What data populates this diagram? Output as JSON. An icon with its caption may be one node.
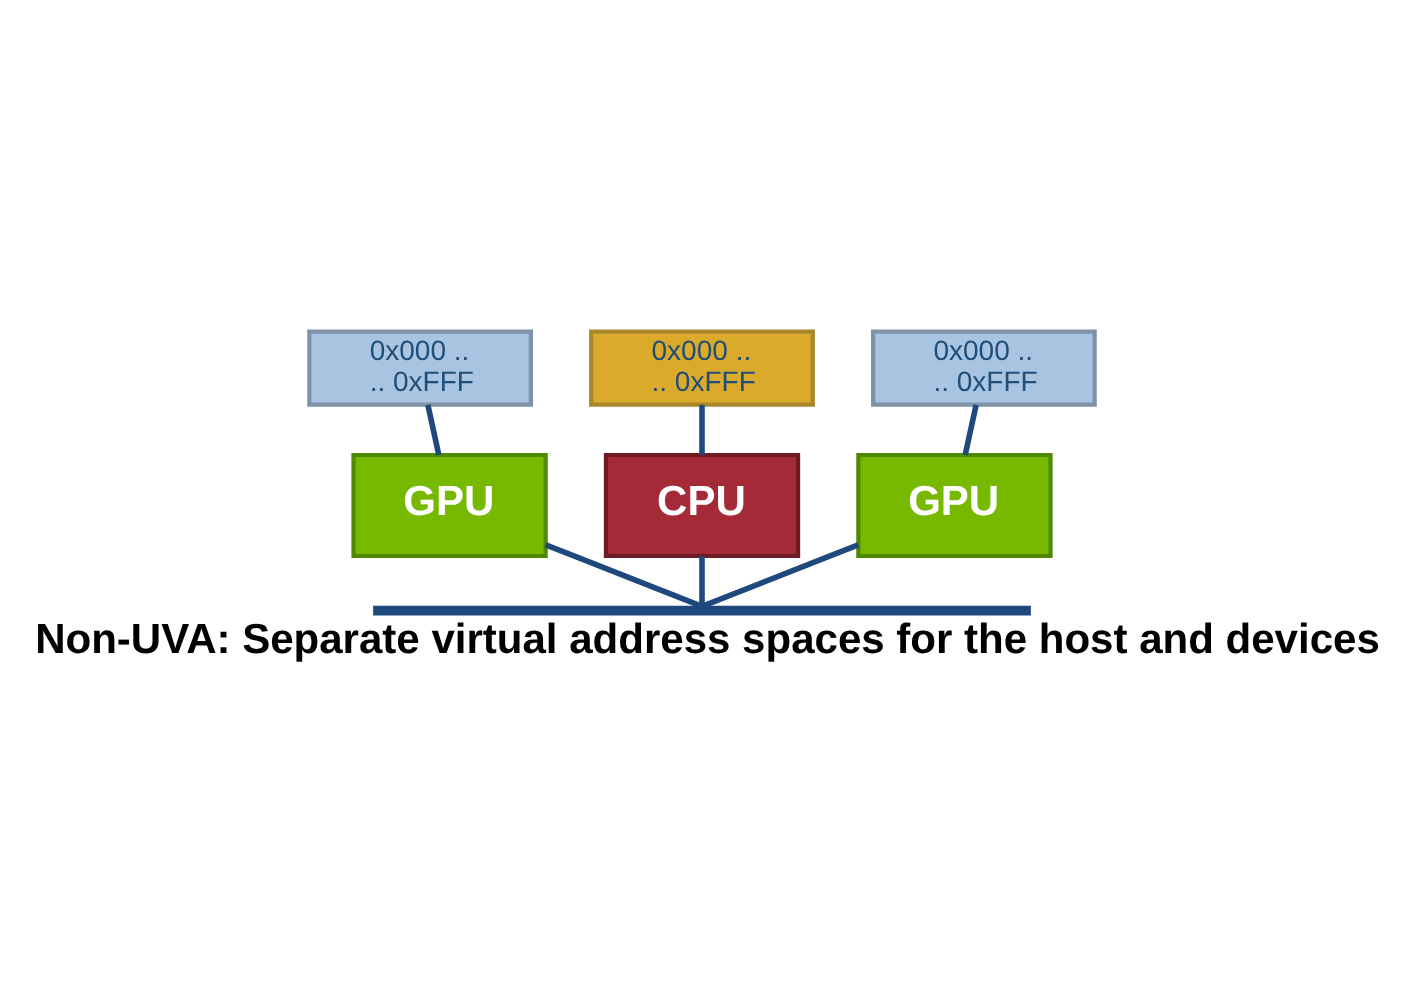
{
  "diagram": {
    "caption": "Non-UVA: Separate virtual address spaces for the host and devices",
    "nodes": [
      {
        "text": [
          "0x000 ..",
          ".. 0xFFF"
        ]
      },
      {
        "text": [
          "0x000 ..",
          ".. 0xFFF"
        ]
      },
      {
        "text": [
          "0x000 ..",
          ".. 0xFFF"
        ]
      },
      {
        "text": [
          "GPU"
        ]
      },
      {
        "text": [
          "CPU"
        ]
      },
      {
        "text": [
          "GPU"
        ]
      },
      {
        "text": [],
        "shape": "bar"
      }
    ],
    "edges": [
      {
        "from": 0,
        "to": 3,
        "arrow": "none"
      },
      {
        "from": 1,
        "to": 4,
        "arrow": "none"
      },
      {
        "from": 2,
        "to": 5,
        "arrow": "none"
      },
      {
        "from": 3,
        "to": 6,
        "arrow": "none"
      },
      {
        "from": 4,
        "to": 6,
        "arrow": "none"
      },
      {
        "from": 5,
        "to": 6,
        "arrow": "none"
      }
    ]
  }
}
